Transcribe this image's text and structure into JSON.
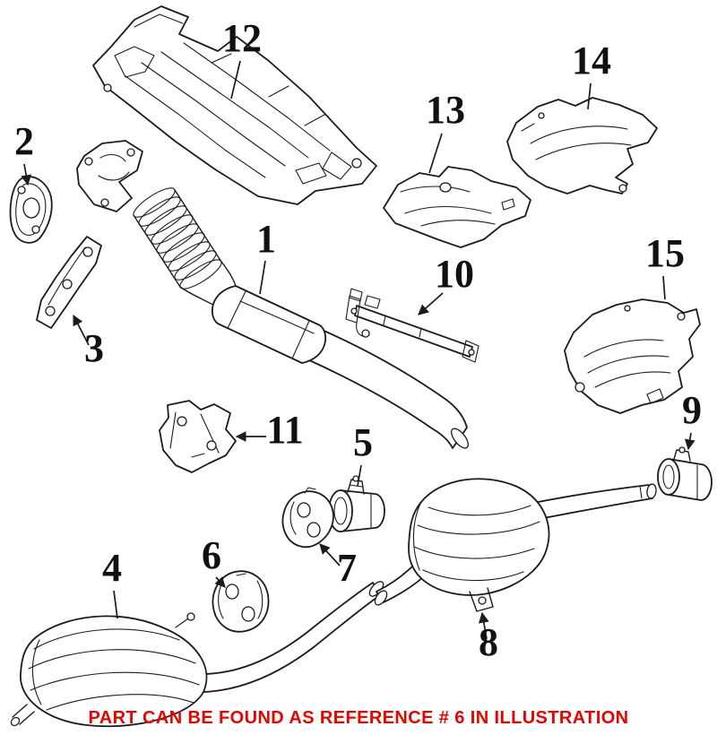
{
  "diagram": {
    "background_color": "#ffffff",
    "line_color": "#1c1c1c",
    "caption": {
      "text": "PART CAN BE FOUND AS REFERENCE # 6 IN ILLUSTRATION",
      "color": "#e10600"
    },
    "callouts": [
      {
        "label": "1"
      },
      {
        "label": "2"
      },
      {
        "label": "3"
      },
      {
        "label": "4"
      },
      {
        "label": "5"
      },
      {
        "label": "6"
      },
      {
        "label": "7"
      },
      {
        "label": "8"
      },
      {
        "label": "9"
      },
      {
        "label": "10"
      },
      {
        "label": "11"
      },
      {
        "label": "12"
      },
      {
        "label": "13"
      },
      {
        "label": "14"
      },
      {
        "label": "15"
      }
    ]
  }
}
